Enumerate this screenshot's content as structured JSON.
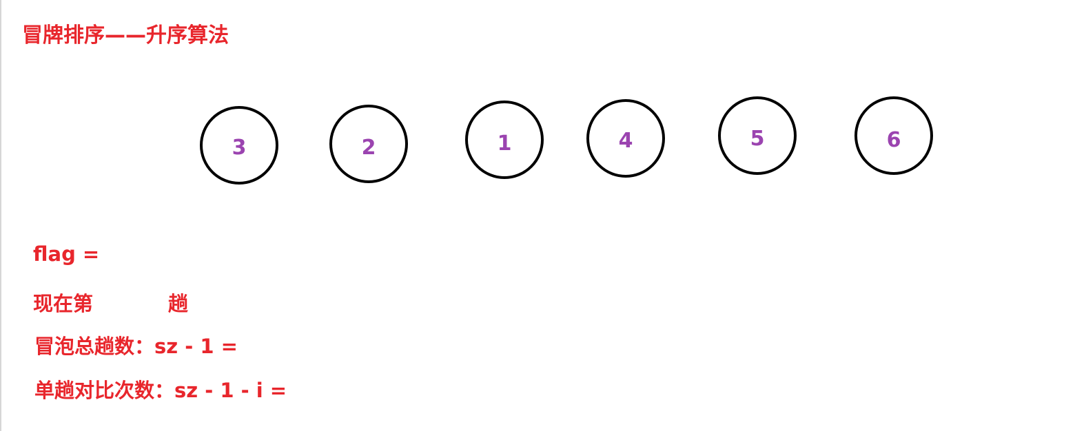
{
  "title": "冒牌排序——升序算法",
  "nodes": [
    "3",
    "2",
    "1",
    "4",
    "5",
    "6"
  ],
  "labels": {
    "flag": "flag =",
    "current_pass_prefix": "现在第",
    "current_pass_suffix": "趟",
    "total_passes": "冒泡总趟数：sz - 1 =",
    "single_pass_compares": "单趟对比次数：sz - 1 - i ="
  },
  "colors": {
    "text_red": "#e8262c",
    "node_value_purple": "#9b44b0",
    "circle_stroke": "#000000"
  }
}
